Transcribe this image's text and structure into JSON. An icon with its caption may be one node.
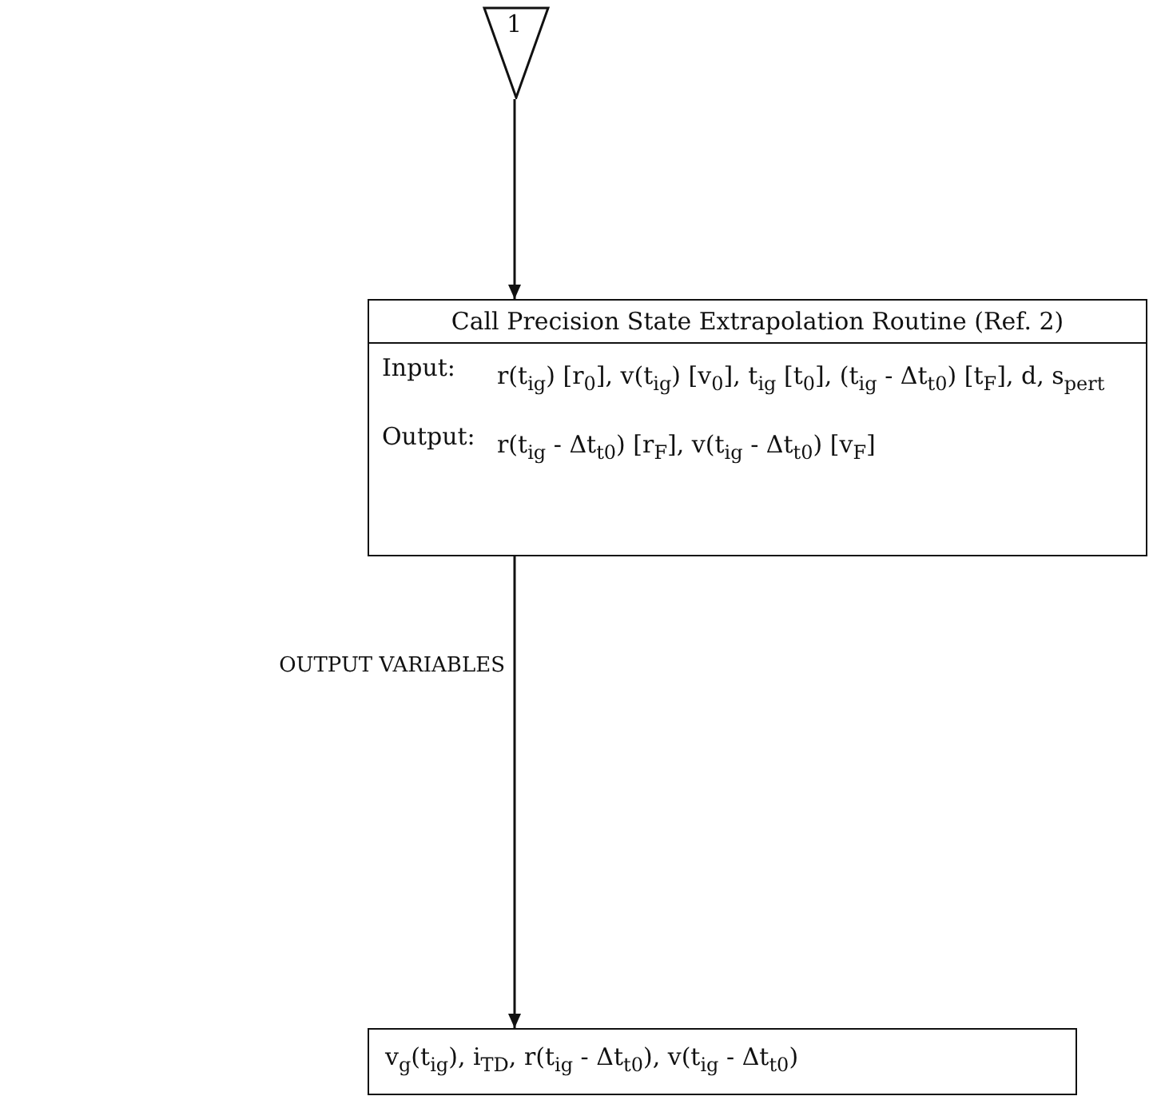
{
  "diagram": {
    "nodes": [
      {
        "text": [
          "1"
        ]
      },
      {
        "text": [
          "Call Precision State Extrapolation Routine (Ref. 2)",
          "Input:",
          "r(t$_{ig}$) [r$_{0}$], v(t$_{ig}$) [v$_{0}$], t$_{ig}$ [t$_{0}$], (t$_{ig}$ - Δt$_{t0}$) [t$_{F}$], d, s$_{pert}$",
          "Output:",
          "r(t$_{ig}$ - Δt$_{t0}$) [r$_{F}$], v(t$_{ig}$ - Δt$_{t0}$) [v$_{F}$]"
        ]
      },
      {
        "text": [
          "v$_{g}$(t$_{ig}$), i$_{TD}$, r(t$_{ig}$ - Δt$_{t0}$), v(t$_{ig}$ - Δt$_{t0}$)"
        ]
      }
    ],
    "edges": [
      {
        "from": 0,
        "to": 1,
        "arrow": "to"
      },
      {
        "from": 1,
        "to": 2,
        "arrow": "to"
      }
    ],
    "labels": [
      "OUTPUT VARIABLES"
    ]
  }
}
